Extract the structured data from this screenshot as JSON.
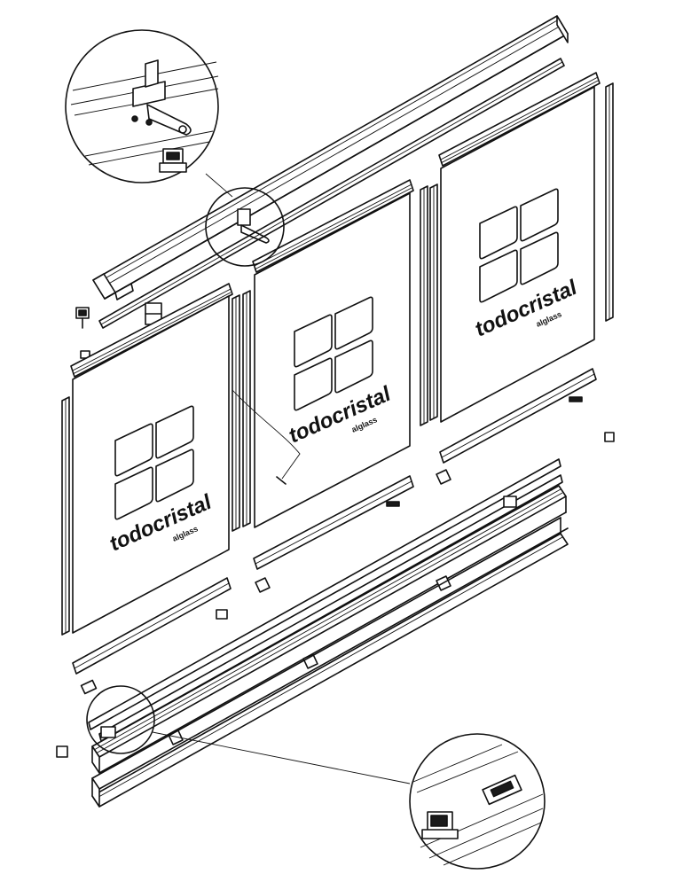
{
  "diagram": {
    "brand_name": "todocristal",
    "brand_sub": "alglass",
    "panels": [
      {
        "brand": "todocristal",
        "sub": "alglass"
      },
      {
        "brand": "todocristal",
        "sub": "alglass"
      },
      {
        "brand": "todocristal",
        "sub": "alglass"
      }
    ],
    "stroke_color": "#111111",
    "background_color": "#ffffff"
  }
}
